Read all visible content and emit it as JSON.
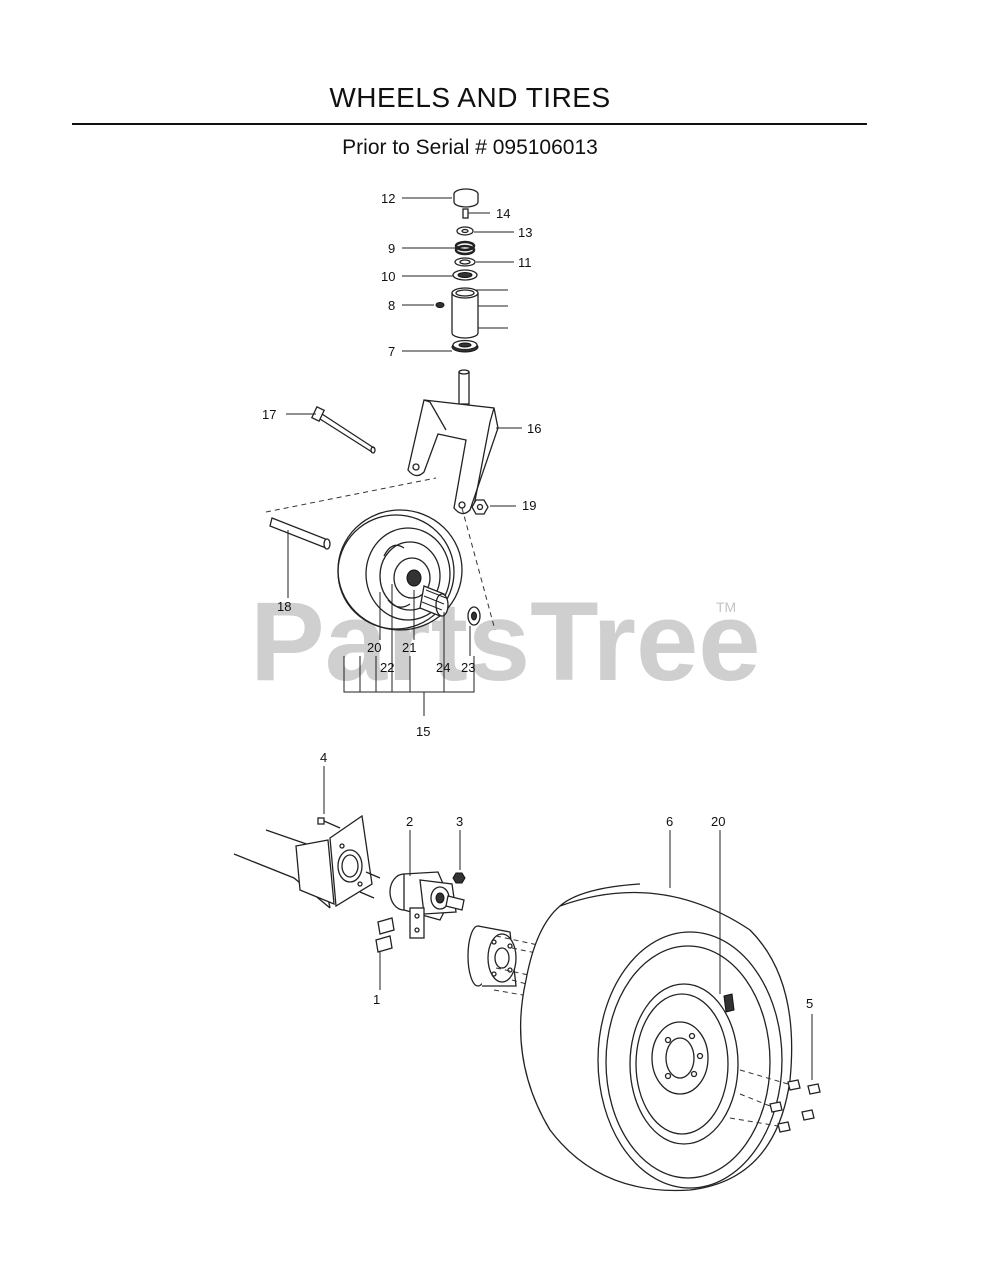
{
  "header": {
    "title": "WHEELS AND TIRES",
    "subtitle": "Prior to Serial # 095106013"
  },
  "watermark": {
    "text": "PartsTree",
    "mark": "TM"
  },
  "callouts": {
    "caster": [
      "12",
      "14",
      "13",
      "9",
      "11",
      "10",
      "8",
      "7",
      "17",
      "16",
      "19",
      "18",
      "20",
      "22",
      "21",
      "24",
      "23",
      "15"
    ],
    "drive": [
      "4",
      "2",
      "3",
      "6",
      "20",
      "1",
      "5"
    ]
  }
}
